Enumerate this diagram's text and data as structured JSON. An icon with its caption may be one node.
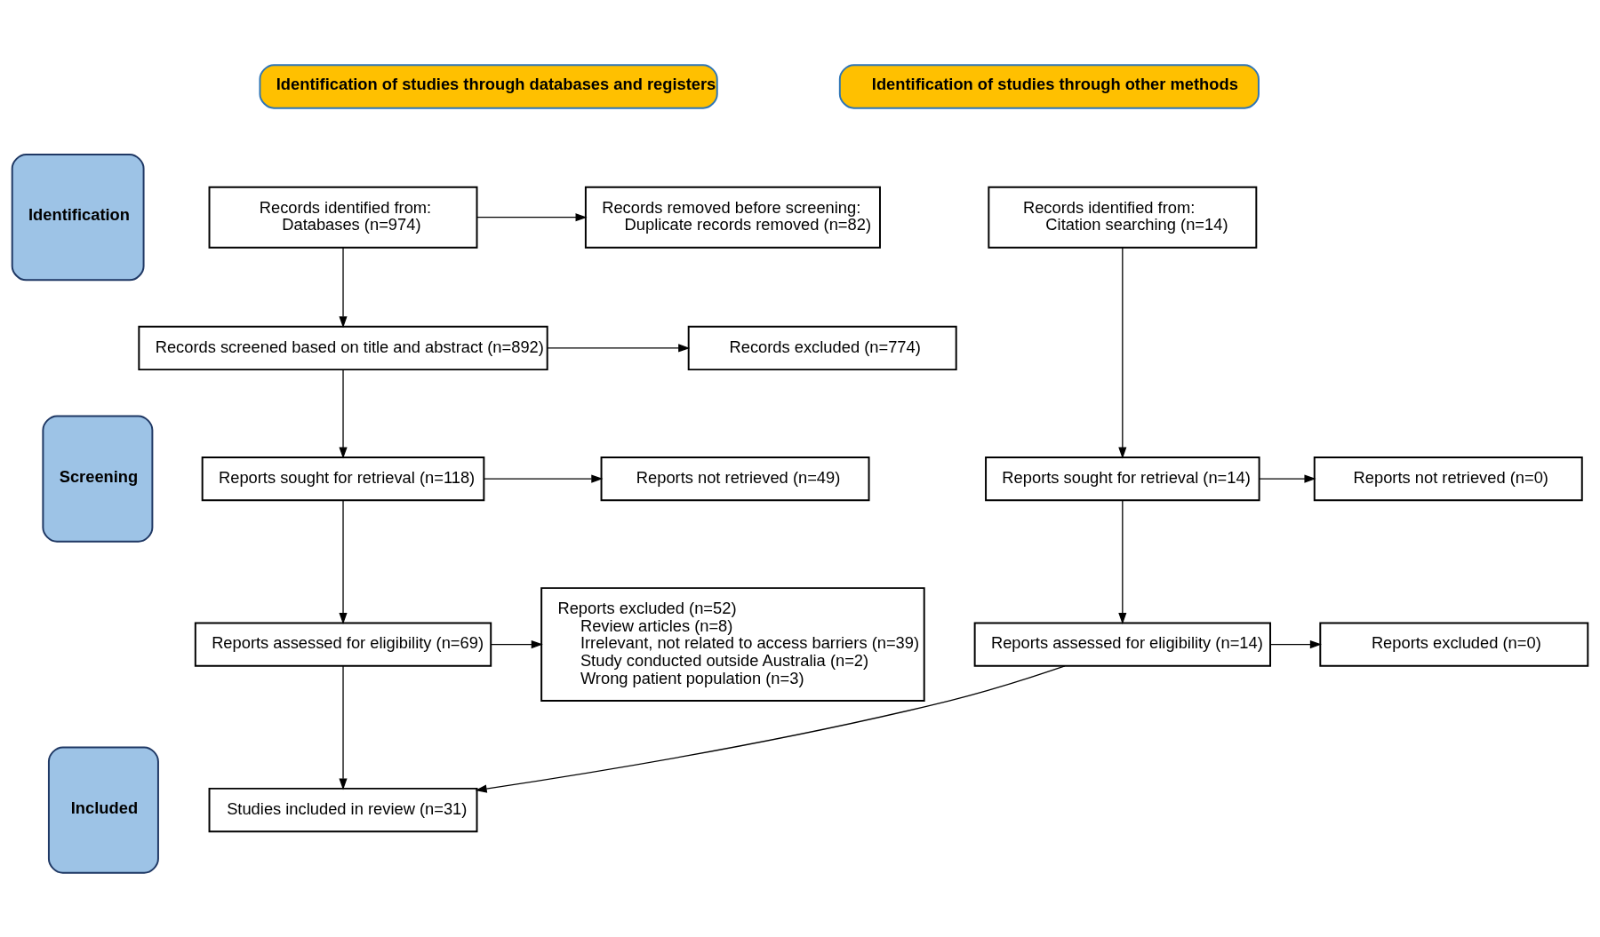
{
  "diagram": {
    "nodes": [
      {
        "text": [
          "Identification of studies through databases and registers"
        ]
      },
      {
        "text": [
          "Identification of studies through other methods"
        ]
      },
      {
        "text": [
          "Identification"
        ]
      },
      {
        "text": [
          "Screening"
        ]
      },
      {
        "text": [
          "Included"
        ]
      },
      {
        "text": [
          "Records identified from:",
          "Databases (n=974)"
        ]
      },
      {
        "text": [
          "Records removed before screening:",
          "Duplicate records removed (n=82)"
        ]
      },
      {
        "text": [
          "Records identified from:",
          "Citation searching (n=14)"
        ]
      },
      {
        "text": [
          "Records screened based on title and abstract (n=892)"
        ]
      },
      {
        "text": [
          "Records excluded (n=774)"
        ]
      },
      {
        "text": [
          "Reports sought for retrieval (n=118)"
        ]
      },
      {
        "text": [
          "Reports not retrieved (n=49)"
        ]
      },
      {
        "text": [
          "Reports sought for retrieval (n=14)"
        ]
      },
      {
        "text": [
          "Reports not retrieved (n=0)"
        ]
      },
      {
        "text": [
          "Reports assessed for eligibility (n=69)"
        ]
      },
      {
        "text": [
          "Reports excluded (n=52)",
          "Review articles (n=8)",
          "Irrelevant, not related to access barriers (n=39)",
          "Study conducted outside Australia (n=2)",
          "Wrong patient population (n=3)"
        ]
      },
      {
        "text": [
          "Reports assessed for eligibility (n=14)"
        ]
      },
      {
        "text": [
          "Reports excluded (n=0)"
        ]
      },
      {
        "text": [
          "Studies included in review (n=31)"
        ]
      }
    ],
    "edges": [
      {
        "from": 5,
        "to": 6,
        "arrow": "to"
      },
      {
        "from": 5,
        "to": 8,
        "arrow": "to"
      },
      {
        "from": 8,
        "to": 9,
        "arrow": "to"
      },
      {
        "from": 8,
        "to": 10,
        "arrow": "to"
      },
      {
        "from": 10,
        "to": 11,
        "arrow": "to"
      },
      {
        "from": 10,
        "to": 14,
        "arrow": "to"
      },
      {
        "from": 14,
        "to": 15,
        "arrow": "to"
      },
      {
        "from": 14,
        "to": 18,
        "arrow": "to"
      },
      {
        "from": 7,
        "to": 12,
        "arrow": "to"
      },
      {
        "from": 12,
        "to": 13,
        "arrow": "to"
      },
      {
        "from": 12,
        "to": 16,
        "arrow": "to"
      },
      {
        "from": 16,
        "to": 17,
        "arrow": "to"
      },
      {
        "from": 16,
        "to": 18,
        "arrow": "to"
      }
    ]
  }
}
